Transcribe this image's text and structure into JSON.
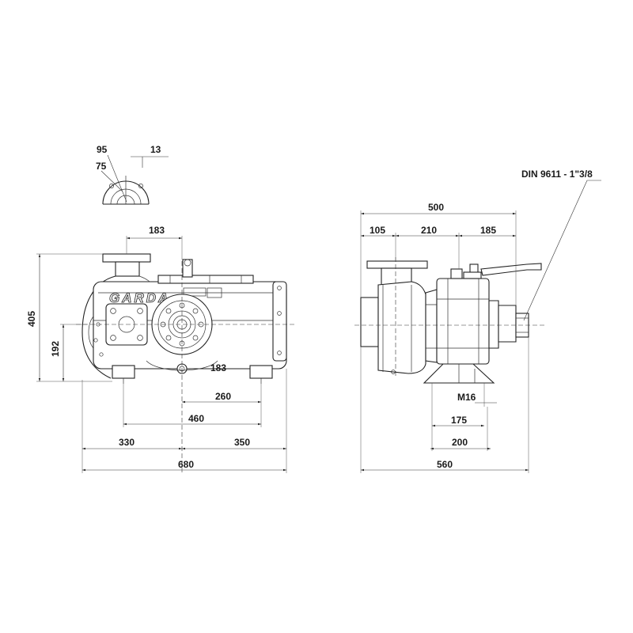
{
  "brand": "GARDA",
  "flange_detail": {
    "d1": "95",
    "d2": "75",
    "d3": "13"
  },
  "front_view": {
    "height_total": "405",
    "height_axis": "192",
    "outlet_offset": "183",
    "shaft_drop": "183",
    "feet_inner": "260",
    "feet_outer": "460",
    "left_part": "330",
    "right_part": "350",
    "length_total": "680"
  },
  "side_view": {
    "width_total": "500",
    "seg_a": "105",
    "seg_b": "210",
    "seg_c": "185",
    "shaft_spec": "DIN 9611 - 1\"3/8",
    "bolt": "M16",
    "foot_inner": "175",
    "foot_outer": "200",
    "length_total": "560"
  }
}
